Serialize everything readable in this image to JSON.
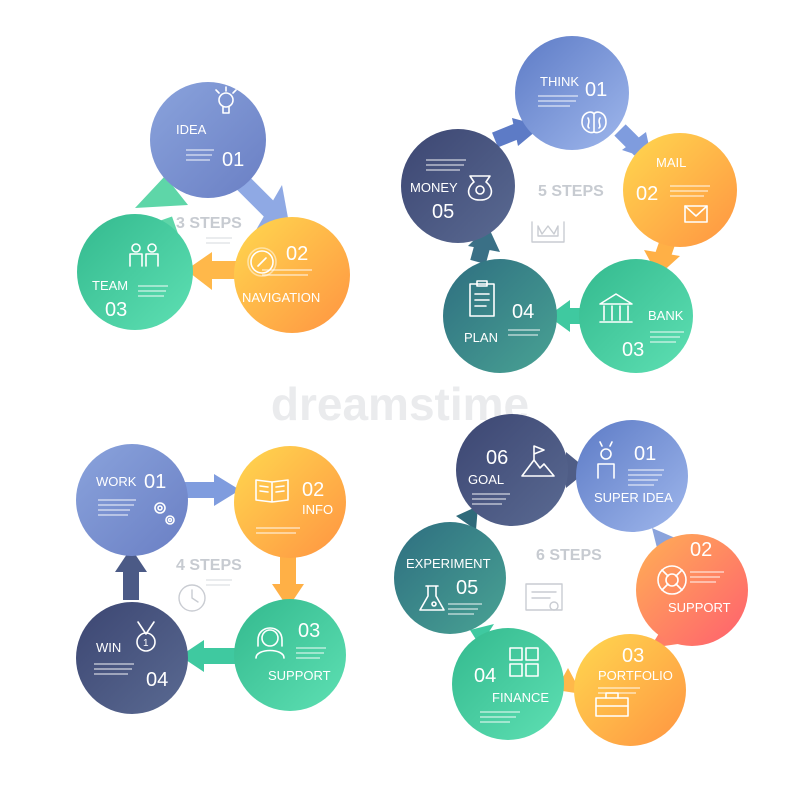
{
  "colors": {
    "blue": "#7d93d4",
    "orange": "#ffa84a",
    "green": "#3fcca0",
    "navy": "#4b587f",
    "teal": "#3a8f8f",
    "coral": "#ff7a6a"
  },
  "watermark": "dreamstime",
  "diagrams": {
    "three": {
      "title": "3 STEPS",
      "steps": [
        {
          "label": "IDEA",
          "num": "01",
          "icon": "lightbulb-icon"
        },
        {
          "label": "NAVIGATION",
          "num": "02",
          "icon": "compass-icon"
        },
        {
          "label": "TEAM",
          "num": "03",
          "icon": "people-icon"
        }
      ]
    },
    "five": {
      "title": "5 STEPS",
      "center_icon": "crown-certificate-icon",
      "steps": [
        {
          "label": "THINK",
          "num": "01",
          "icon": "brain-icon"
        },
        {
          "label": "MAIL",
          "num": "02",
          "icon": "mail-icon"
        },
        {
          "label": "BANK",
          "num": "03",
          "icon": "bank-icon"
        },
        {
          "label": "PLAN",
          "num": "04",
          "icon": "clipboard-icon"
        },
        {
          "label": "MONEY",
          "num": "05",
          "icon": "money-bag-icon"
        }
      ]
    },
    "four": {
      "title": "4 STEPS",
      "center_icon": "clock-icon",
      "steps": [
        {
          "label": "WORK",
          "num": "01",
          "icon": "gears-icon"
        },
        {
          "label": "INFO",
          "num": "02",
          "icon": "book-icon"
        },
        {
          "label": "SUPPORT",
          "num": "03",
          "icon": "headset-icon"
        },
        {
          "label": "WIN",
          "num": "04",
          "icon": "medal-icon"
        }
      ]
    },
    "six": {
      "title": "6 STEPS",
      "center_icon": "certificate-icon",
      "steps": [
        {
          "label": "SUPER IDEA",
          "num": "01",
          "icon": "idea-person-icon"
        },
        {
          "label": "SUPPORT",
          "num": "02",
          "icon": "lifebuoy-icon"
        },
        {
          "label": "PORTFOLIO",
          "num": "03",
          "icon": "briefcase-icon"
        },
        {
          "label": "FINANCE",
          "num": "04",
          "icon": "currency-icon"
        },
        {
          "label": "EXPERIMENT",
          "num": "05",
          "icon": "flask-icon"
        },
        {
          "label": "GOAL",
          "num": "06",
          "icon": "mountain-flag-icon"
        }
      ]
    }
  }
}
